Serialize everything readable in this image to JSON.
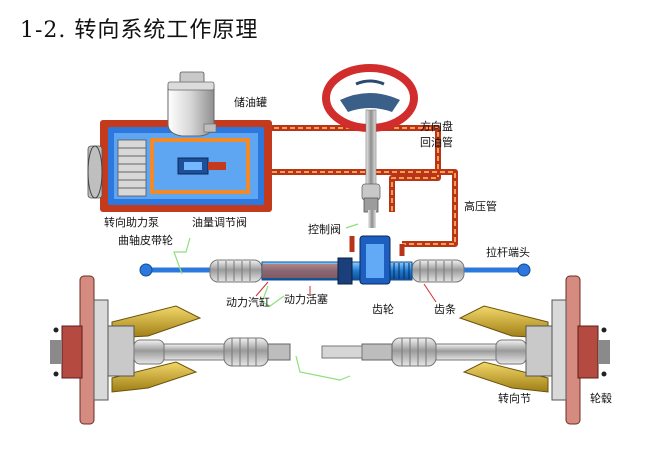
{
  "title": "1-2. 转向系统工作原理",
  "labels": {
    "reservoir": "储油罐",
    "steering_wheel": "方向盘",
    "return_pipe": "回油管",
    "high_pressure_pipe": "高压管",
    "power_pump": "转向助力泵",
    "crank_pulley": "曲轴皮带轮",
    "flow_valve": "油量调节阀",
    "control_valve": "控制阀",
    "tie_rod_end": "拉杆端头",
    "power_cylinder": "动力汽缸",
    "power_piston": "动力活塞",
    "pinion": "齿轮",
    "rack": "齿条",
    "knuckle": "转向节",
    "hub": "轮毂"
  },
  "colors": {
    "oil_outer": "#c43a1c",
    "oil_inner": "#f08a2a",
    "pump_body": "#2b6fd6",
    "wheel_rim": "#d22d2d",
    "wheel_hub": "#3a5f88",
    "brake": "#c9665a",
    "arm": "#c7a733",
    "rack_blue": "#2a8bd8",
    "leader_green": "#8fe07a"
  }
}
